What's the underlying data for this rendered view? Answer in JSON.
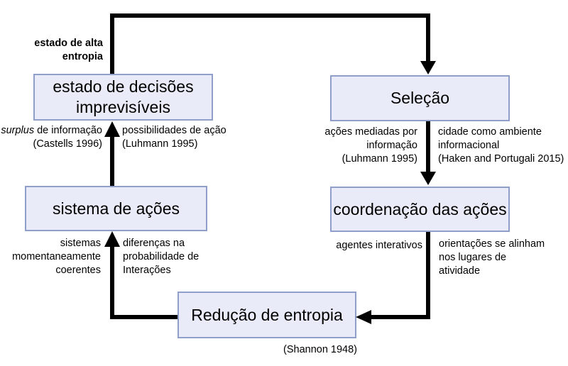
{
  "diagram": {
    "title_hint": "cycle diagram of entropy states and action systems (Portuguese)",
    "colors": {
      "background": "#ffffff",
      "box_fill": "#e9ecf8",
      "box_border": "#8f9fc9",
      "arrow": "#000000",
      "text": "#000000"
    },
    "boxes": {
      "estado": {
        "line1": "estado de decisões",
        "line2": "imprevisíveis"
      },
      "selecao": {
        "label": "Seleção"
      },
      "sistema": {
        "label": "sistema de ações"
      },
      "coordenacao": {
        "label": "coordenação das ações"
      },
      "reducao": {
        "label": "Redução de entropia"
      }
    },
    "labels": {
      "alta_entropia": {
        "line1": "estado de alta",
        "line2": "entropia"
      },
      "surplus": {
        "italic": "surplus",
        "rest": " de informação",
        "line2": "(Castells 1996)"
      },
      "possibilidades": {
        "line1": "possibilidades de ação",
        "line2": "(Luhmann 1995)"
      },
      "acoes_mediadas": {
        "line1": "ações mediadas por",
        "line2": "informação",
        "line3": "(Luhmann 1995)"
      },
      "cidade": {
        "line1": "cidade como ambiente",
        "line2": "informacional",
        "line3": "(Haken and Portugali 2015)"
      },
      "sistemas_coerentes": {
        "line1": "sistemas",
        "line2": "momentaneamente",
        "line3": "coerentes"
      },
      "diferencas": {
        "line1": "diferenças na",
        "line2": "probabilidade de",
        "line3": "Interações"
      },
      "agentes": {
        "line1": "agentes interativos"
      },
      "orientacoes": {
        "line1": "orientações se alinham",
        "line2": "nos lugares de",
        "line3": "atividade"
      },
      "shannon": {
        "line1": "(Shannon 1948)"
      }
    }
  }
}
